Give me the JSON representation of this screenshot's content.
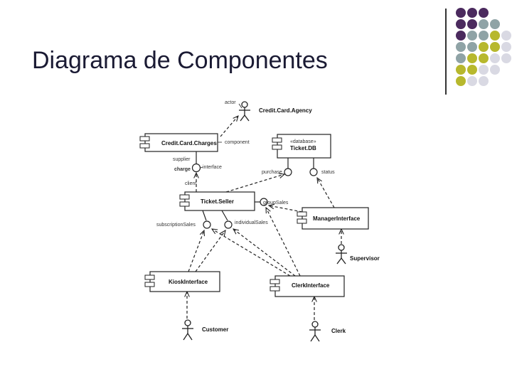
{
  "slide": {
    "title": "Diagrama de Componentes",
    "dot_colors": [
      "#4b2a5e",
      "#8fa3a6",
      "#b7b82d",
      "#d9d9e3"
    ]
  },
  "diagram": {
    "components": {
      "credit_card_charges": "Credit.Card.Charges",
      "ticket_db_stereotype": "«database»",
      "ticket_db": "Ticket.DB",
      "ticket_seller": "Ticket.Seller",
      "manager_interface": "ManagerInterface",
      "kiosk_interface": "KioskInterface",
      "clerk_interface": "ClerkInterface"
    },
    "actors": {
      "credit_card_agency": "Credit.Card.Agency",
      "supervisor": "Supervisor",
      "customer": "Customer",
      "clerk": "Clerk"
    },
    "interfaces": {
      "charge": "charge",
      "purchase": "purchase",
      "status": "status",
      "group_sales": "groupSales",
      "subscription_sales": "subscriptionSales",
      "individual_sales": "individualSales"
    },
    "annotations": {
      "actor": "actor",
      "component": "component",
      "supplier": "supplier",
      "interface": "interface",
      "client": "client"
    }
  }
}
